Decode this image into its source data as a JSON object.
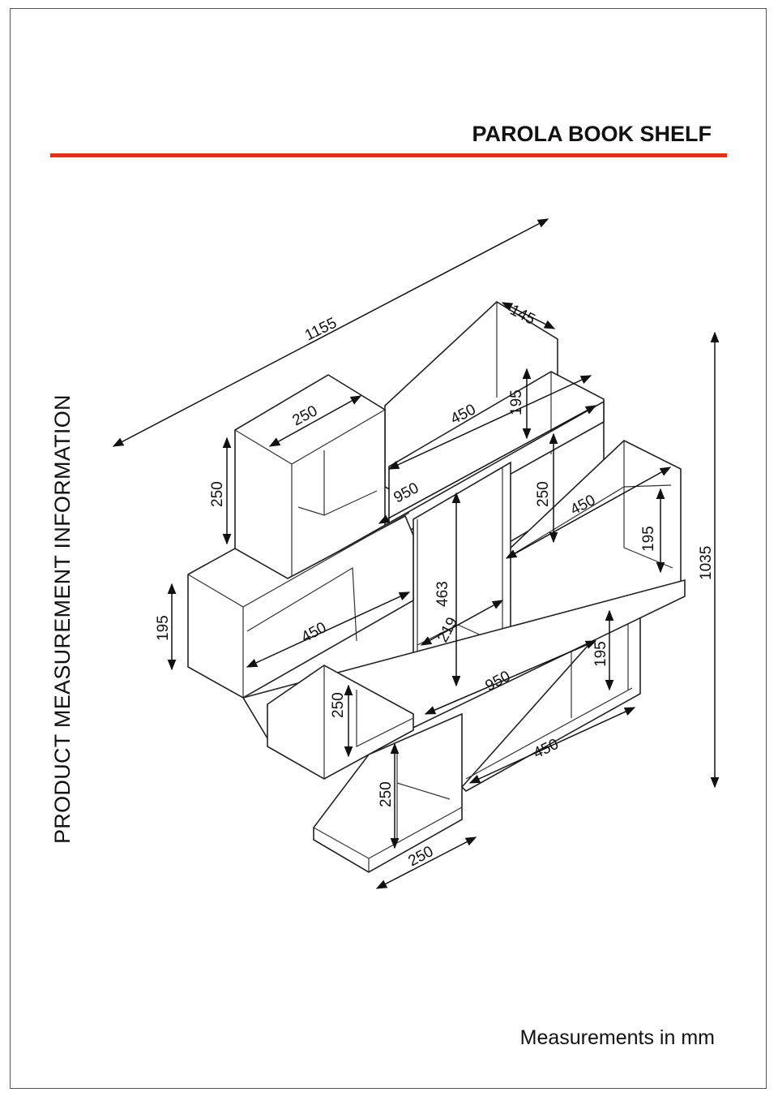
{
  "title": "PAROLA BOOK SHELF",
  "side_label": "PRODUCT MEASUREMENT INFORMATION",
  "footer": "Measurements in mm",
  "accent_color": "#e0301e",
  "dimensions": {
    "total_width": "1155",
    "depth": "145",
    "top_box_width": "250",
    "top_box_height": "250",
    "top_shelf_width": "450",
    "top_shelf_height": "195",
    "upper_long_shelf": "950",
    "right_upper_height": "250",
    "right_shelf_width": "450",
    "right_shelf_height": "195",
    "total_height": "1035",
    "left_shelf_height": "195",
    "left_shelf_width": "450",
    "center_height": "463",
    "center_width": "219",
    "lower_long_shelf": "950",
    "lower_right_height": "195",
    "lower_left_height": "250",
    "bottom_shelf_width": "450",
    "bottom_box_height": "250",
    "bottom_box_width": "250"
  }
}
